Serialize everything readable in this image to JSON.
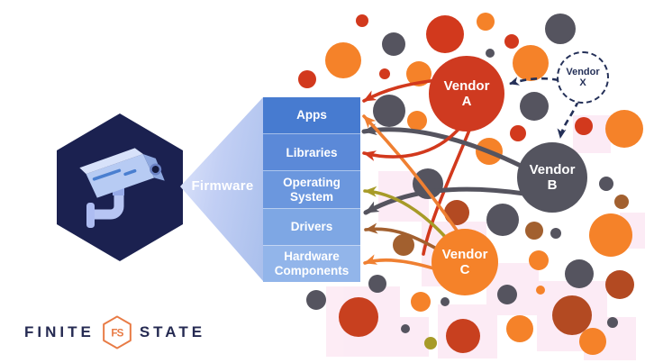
{
  "device": {
    "icon": "security-camera",
    "shape": "hexagon"
  },
  "firmware": {
    "funnel_label": "Firmware",
    "components": [
      {
        "label": "Apps"
      },
      {
        "label": "Libraries"
      },
      {
        "label": "Operating System"
      },
      {
        "label": "Drivers"
      },
      {
        "label": "Hardware Components"
      }
    ]
  },
  "vendors": [
    {
      "line1": "Vendor",
      "line2": "A",
      "color": "#cf3a20",
      "style": "solid"
    },
    {
      "line1": "Vendor",
      "line2": "B",
      "color": "#54545f",
      "style": "solid"
    },
    {
      "line1": "Vendor",
      "line2": "C",
      "color": "#f58229",
      "style": "solid"
    },
    {
      "line1": "Vendor",
      "line2": "X",
      "color": "#243058",
      "style": "dashed-outline"
    }
  ],
  "connections": [
    {
      "from": "Vendor A",
      "to": "Apps",
      "color": "#d2391d"
    },
    {
      "from": "Vendor A",
      "to": "Libraries",
      "color": "#d2391d"
    },
    {
      "from": "Vendor B",
      "to": "Libraries",
      "color": "#55545f"
    },
    {
      "from": "Vendor B",
      "to": "Drivers",
      "color": "#55545f"
    },
    {
      "from": "Vendor C",
      "to": "Apps",
      "color": "#ef8032"
    },
    {
      "from": "Vendor C",
      "to": "Operating System",
      "color": "#a79b28"
    },
    {
      "from": "Vendor C",
      "to": "Drivers",
      "color": "#a2602f"
    },
    {
      "from": "Vendor C",
      "to": "Hardware Components",
      "color": "#ef8032"
    },
    {
      "from": "Vendor X",
      "to": "Vendor A",
      "color": "#243058",
      "style": "dashed"
    },
    {
      "from": "Vendor X",
      "to": "Vendor B",
      "color": "#243058",
      "style": "dashed"
    }
  ],
  "logo": {
    "word1": "FINITE",
    "word2": "STATE",
    "monogram": "FS",
    "mark_color": "#e87b45"
  },
  "palette": {
    "navy": "#1b2150",
    "stack_blues": [
      "#477bd0",
      "#5b89d8",
      "#6b97de",
      "#7ea7e4",
      "#92b5ea"
    ],
    "red": "#d2391d",
    "orange": "#f58229",
    "gray": "#55545f",
    "olive": "#a79b28",
    "brown": "#a2602f"
  }
}
